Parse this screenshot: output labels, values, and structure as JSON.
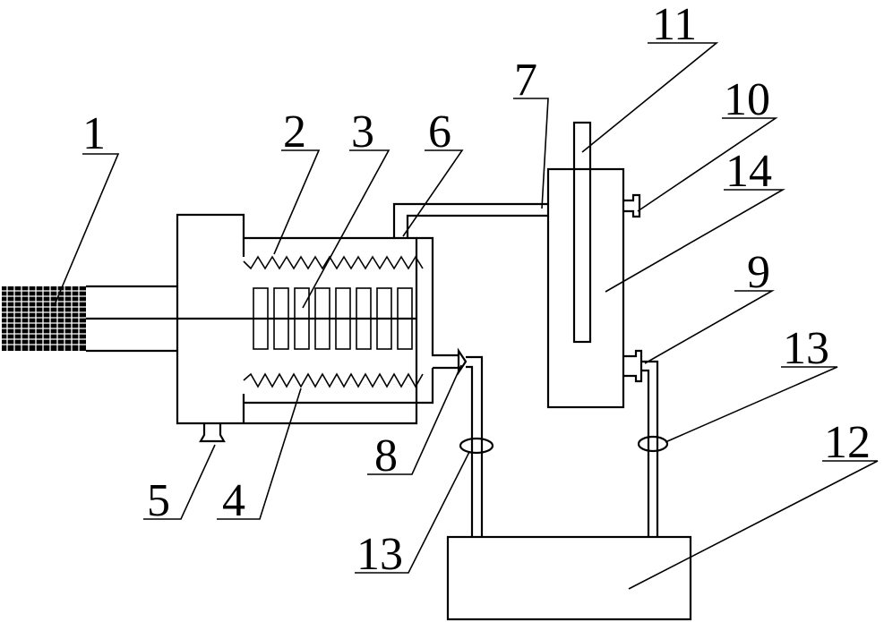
{
  "diagram": {
    "labels": {
      "l1": "1",
      "l2": "2",
      "l3": "3",
      "l4": "4",
      "l5": "5",
      "l6": "6",
      "l7": "7",
      "l8": "8",
      "l9": "9",
      "l10": "10",
      "l11": "11",
      "l12": "12",
      "l13a": "13",
      "l13b": "13",
      "l14": "14"
    }
  }
}
